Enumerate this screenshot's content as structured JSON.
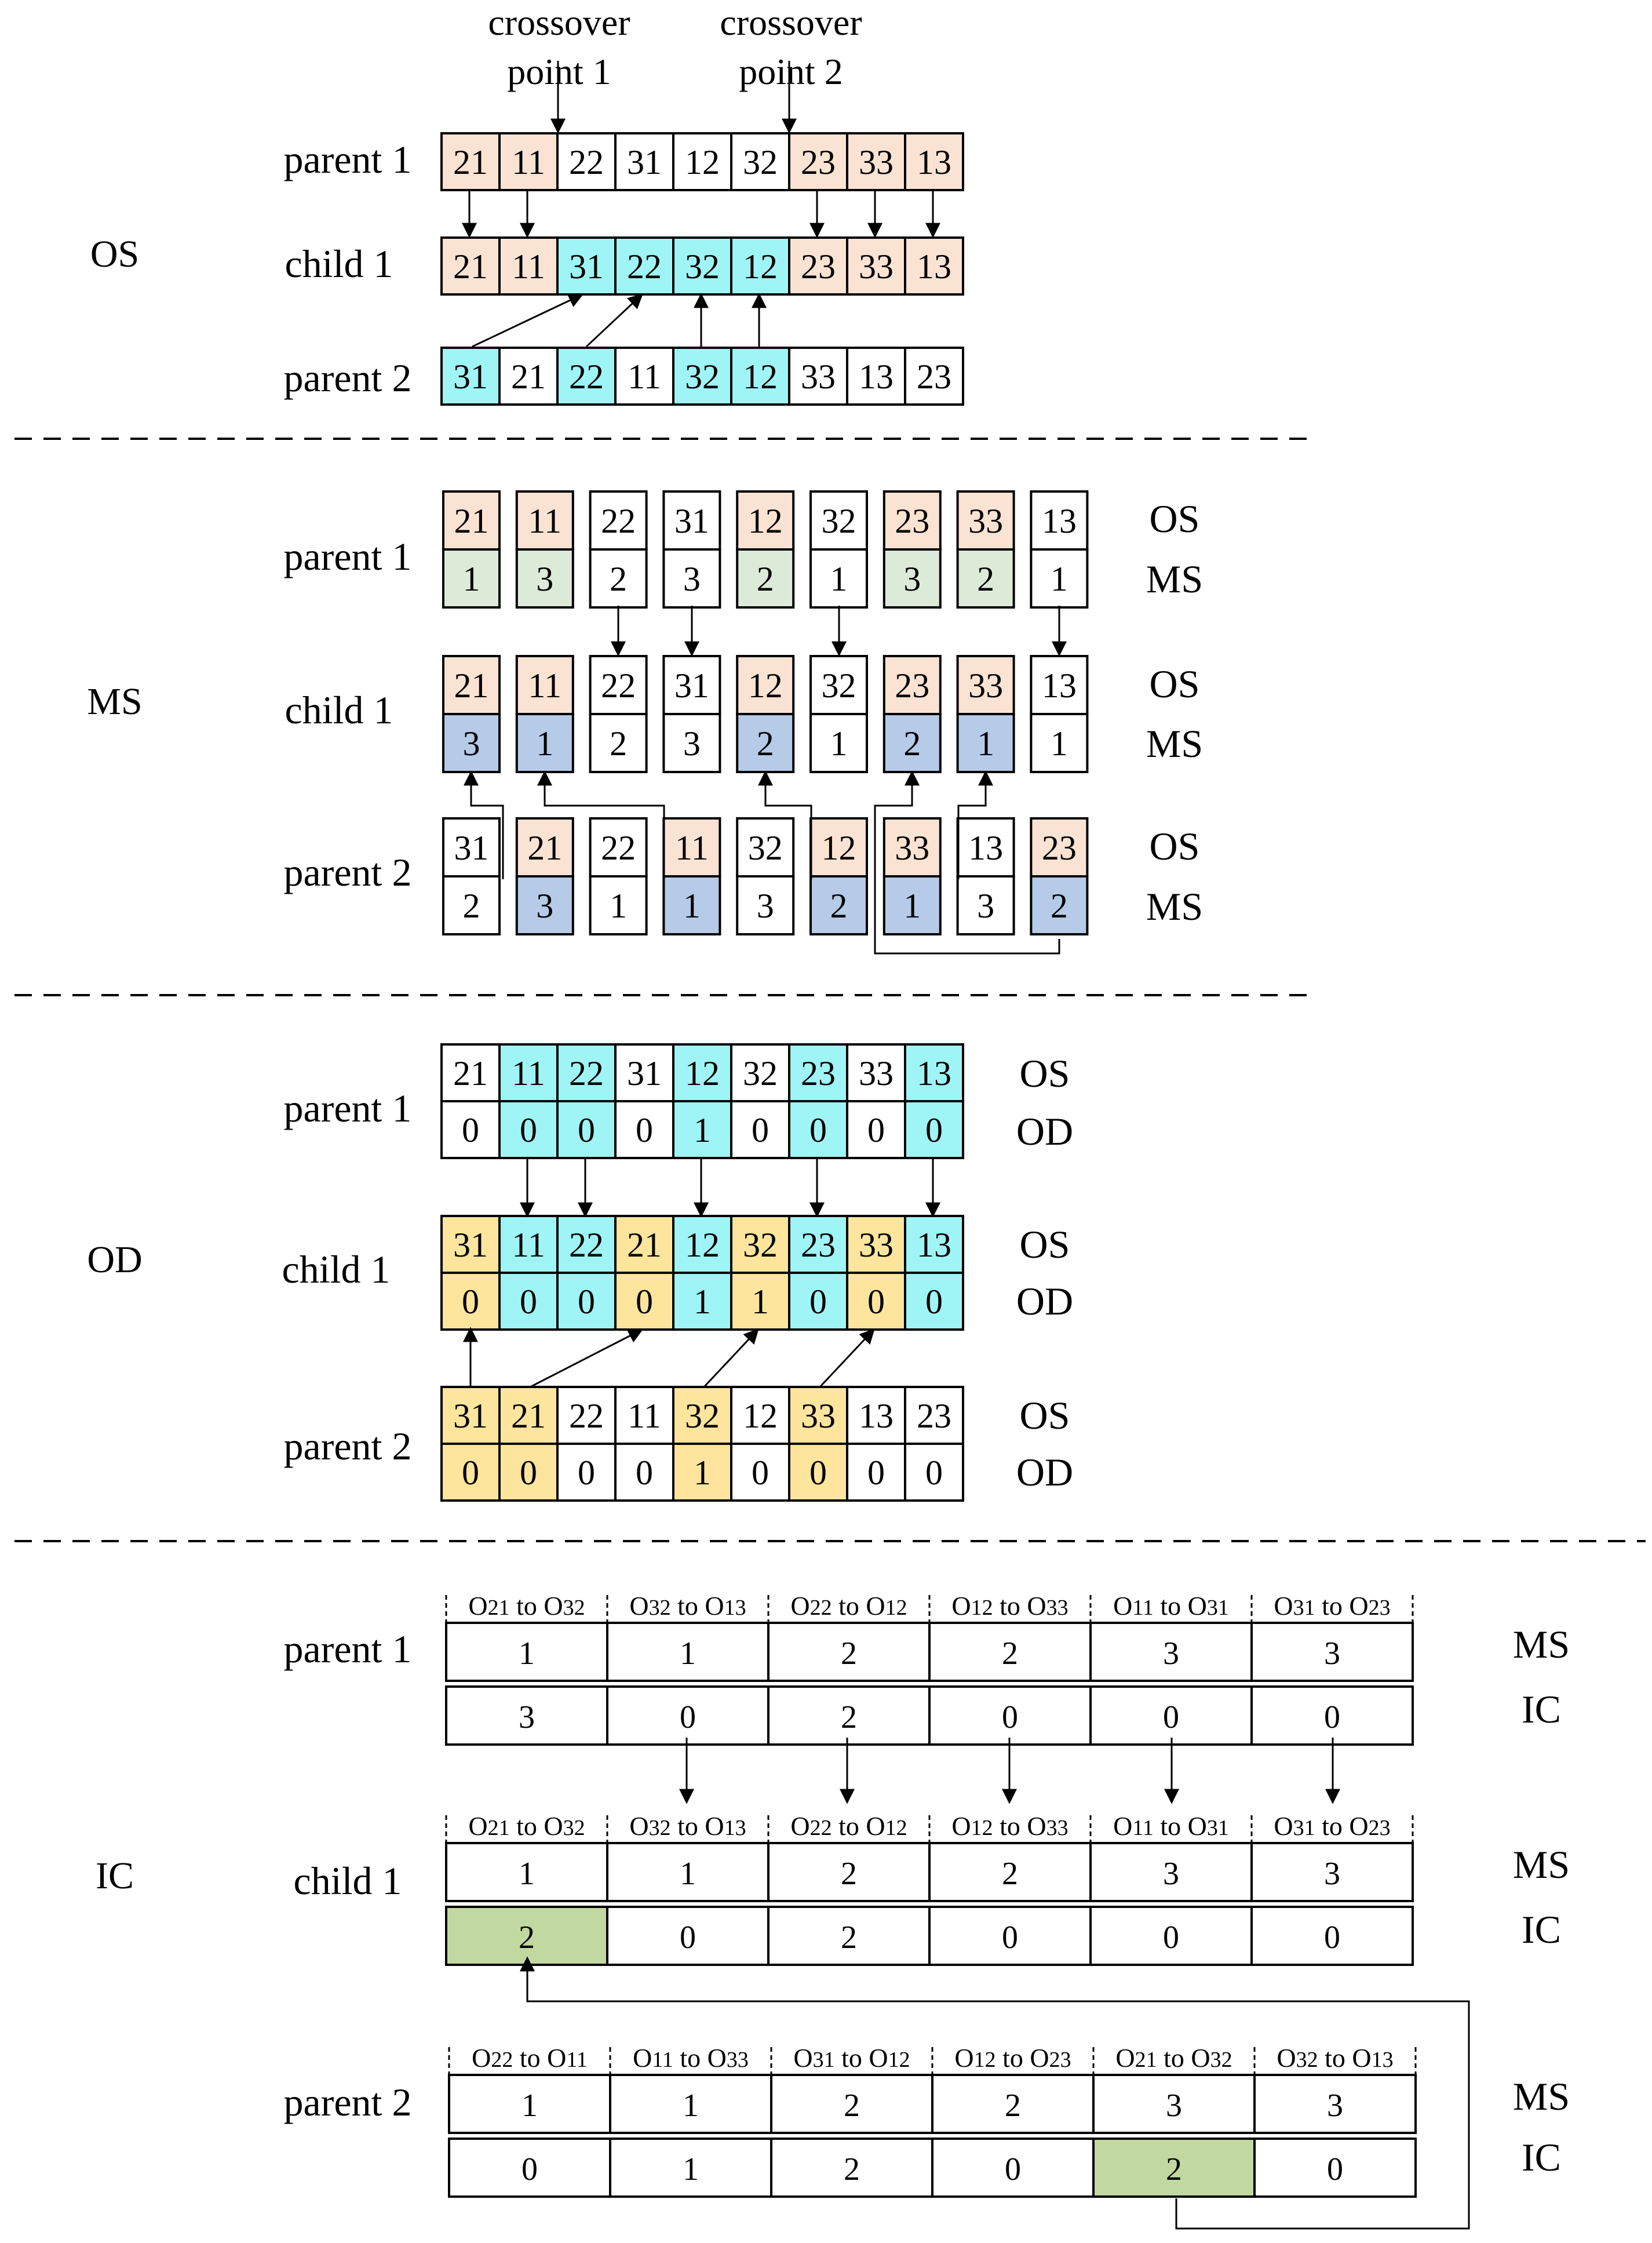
{
  "colors": {
    "orange": "#fbe3d3",
    "cyan": "#9ff5f5",
    "green_light": "#dcebd8",
    "blue": "#b5cbe8",
    "yellow": "#fde59e",
    "green_ic": "#c1d9a0",
    "white": "#ffffff",
    "line": "#000000"
  },
  "os_section": {
    "label": "OS",
    "crossover_point_1": [
      "crossover",
      "point 1"
    ],
    "crossover_point_2": [
      "crossover",
      "point 2"
    ],
    "parent1": {
      "label": "parent 1",
      "values": [
        "21",
        "11",
        "22",
        "31",
        "12",
        "32",
        "23",
        "33",
        "13"
      ],
      "colors": [
        "orange",
        "orange",
        "white",
        "white",
        "white",
        "white",
        "orange",
        "orange",
        "orange"
      ]
    },
    "child1": {
      "label": "child 1",
      "values": [
        "21",
        "11",
        "31",
        "22",
        "32",
        "12",
        "23",
        "33",
        "13"
      ],
      "colors": [
        "orange",
        "orange",
        "cyan",
        "cyan",
        "cyan",
        "cyan",
        "orange",
        "orange",
        "orange"
      ]
    },
    "parent2": {
      "label": "parent 2",
      "values": [
        "31",
        "21",
        "22",
        "11",
        "32",
        "12",
        "33",
        "13",
        "23"
      ],
      "colors": [
        "cyan",
        "white",
        "cyan",
        "white",
        "cyan",
        "cyan",
        "white",
        "white",
        "white"
      ]
    }
  },
  "ms_section": {
    "label": "MS",
    "side_os": "OS",
    "side_ms": "MS",
    "parent1": {
      "label": "parent 1",
      "os": [
        "21",
        "11",
        "22",
        "31",
        "12",
        "32",
        "23",
        "33",
        "13"
      ],
      "os_colors": [
        "orange",
        "orange",
        "white",
        "white",
        "orange",
        "white",
        "orange",
        "orange",
        "white"
      ],
      "ms": [
        "1",
        "3",
        "2",
        "3",
        "2",
        "1",
        "3",
        "2",
        "1"
      ],
      "ms_colors": [
        "green_light",
        "green_light",
        "white",
        "white",
        "green_light",
        "white",
        "green_light",
        "green_light",
        "white"
      ]
    },
    "child1": {
      "label": "child 1",
      "os": [
        "21",
        "11",
        "22",
        "31",
        "12",
        "32",
        "23",
        "33",
        "13"
      ],
      "os_colors": [
        "orange",
        "orange",
        "white",
        "white",
        "orange",
        "white",
        "orange",
        "orange",
        "white"
      ],
      "ms": [
        "3",
        "1",
        "2",
        "3",
        "2",
        "1",
        "2",
        "1",
        "1"
      ],
      "ms_colors": [
        "blue",
        "blue",
        "white",
        "white",
        "blue",
        "white",
        "blue",
        "blue",
        "white"
      ]
    },
    "parent2": {
      "label": "parent 2",
      "os": [
        "31",
        "21",
        "22",
        "11",
        "32",
        "12",
        "33",
        "13",
        "23"
      ],
      "os_colors": [
        "white",
        "orange",
        "white",
        "orange",
        "white",
        "orange",
        "orange",
        "white",
        "orange"
      ],
      "ms": [
        "2",
        "3",
        "1",
        "1",
        "3",
        "2",
        "1",
        "3",
        "2"
      ],
      "ms_colors": [
        "white",
        "blue",
        "white",
        "blue",
        "white",
        "blue",
        "blue",
        "white",
        "blue"
      ]
    }
  },
  "od_section": {
    "label": "OD",
    "side_os": "OS",
    "side_od": "OD",
    "parent1": {
      "label": "parent 1",
      "os": [
        "21",
        "11",
        "22",
        "31",
        "12",
        "32",
        "23",
        "33",
        "13"
      ],
      "os_colors": [
        "white",
        "cyan",
        "cyan",
        "white",
        "cyan",
        "white",
        "cyan",
        "white",
        "cyan"
      ],
      "od": [
        "0",
        "0",
        "0",
        "0",
        "1",
        "0",
        "0",
        "0",
        "0"
      ],
      "od_colors": [
        "white",
        "cyan",
        "cyan",
        "white",
        "cyan",
        "white",
        "cyan",
        "white",
        "cyan"
      ]
    },
    "child1": {
      "label": "child 1",
      "os": [
        "31",
        "11",
        "22",
        "21",
        "12",
        "32",
        "23",
        "33",
        "13"
      ],
      "os_colors": [
        "yellow",
        "cyan",
        "cyan",
        "yellow",
        "cyan",
        "yellow",
        "cyan",
        "yellow",
        "cyan"
      ],
      "od": [
        "0",
        "0",
        "0",
        "0",
        "1",
        "1",
        "0",
        "0",
        "0"
      ],
      "od_colors": [
        "yellow",
        "cyan",
        "cyan",
        "yellow",
        "cyan",
        "yellow",
        "cyan",
        "yellow",
        "cyan"
      ]
    },
    "parent2": {
      "label": "parent 2",
      "os": [
        "31",
        "21",
        "22",
        "11",
        "32",
        "12",
        "33",
        "13",
        "23"
      ],
      "os_colors": [
        "yellow",
        "yellow",
        "white",
        "white",
        "yellow",
        "white",
        "yellow",
        "white",
        "white"
      ],
      "od": [
        "0",
        "0",
        "0",
        "0",
        "1",
        "0",
        "0",
        "0",
        "0"
      ],
      "od_colors": [
        "yellow",
        "yellow",
        "white",
        "white",
        "yellow",
        "white",
        "yellow",
        "white",
        "white"
      ]
    }
  },
  "ic_section": {
    "label": "IC",
    "side_ms": "MS",
    "side_ic": "IC",
    "parent1": {
      "label": "parent 1",
      "headers": [
        [
          "O",
          "21",
          " to O",
          "32"
        ],
        [
          "O",
          "32",
          " to O",
          "13"
        ],
        [
          "O",
          "22",
          " to O",
          "12"
        ],
        [
          "O",
          "12",
          " to O",
          "33"
        ],
        [
          "O",
          "11",
          " to O",
          "31"
        ],
        [
          "O",
          "31",
          " to O",
          "23"
        ]
      ],
      "ms": [
        "1",
        "1",
        "2",
        "2",
        "3",
        "3"
      ],
      "ic": [
        "3",
        "0",
        "2",
        "0",
        "0",
        "0"
      ],
      "ic_colors": [
        "white",
        "white",
        "white",
        "white",
        "white",
        "white"
      ]
    },
    "child1": {
      "label": "child 1",
      "headers": [
        [
          "O",
          "21",
          " to O",
          "32"
        ],
        [
          "O",
          "32",
          " to O",
          "13"
        ],
        [
          "O",
          "22",
          " to O",
          "12"
        ],
        [
          "O",
          "12",
          " to O",
          "33"
        ],
        [
          "O",
          "11",
          " to O",
          "31"
        ],
        [
          "O",
          "31",
          " to O",
          "23"
        ]
      ],
      "ms": [
        "1",
        "1",
        "2",
        "2",
        "3",
        "3"
      ],
      "ic": [
        "2",
        "0",
        "2",
        "0",
        "0",
        "0"
      ],
      "ic_colors": [
        "green_ic",
        "white",
        "white",
        "white",
        "white",
        "white"
      ]
    },
    "parent2": {
      "label": "parent 2",
      "headers": [
        [
          "O",
          "22",
          " to O",
          "11"
        ],
        [
          "O",
          "11",
          " to O",
          "33"
        ],
        [
          "O",
          "31",
          " to O",
          "12"
        ],
        [
          "O",
          "12",
          " to O",
          "23"
        ],
        [
          "O",
          "21",
          " to O",
          "32"
        ],
        [
          "O",
          "32",
          " to O",
          "13"
        ]
      ],
      "ms": [
        "1",
        "1",
        "2",
        "2",
        "3",
        "3"
      ],
      "ic": [
        "0",
        "1",
        "2",
        "0",
        "2",
        "0"
      ],
      "ic_colors": [
        "white",
        "white",
        "white",
        "white",
        "green_ic",
        "white"
      ]
    }
  }
}
